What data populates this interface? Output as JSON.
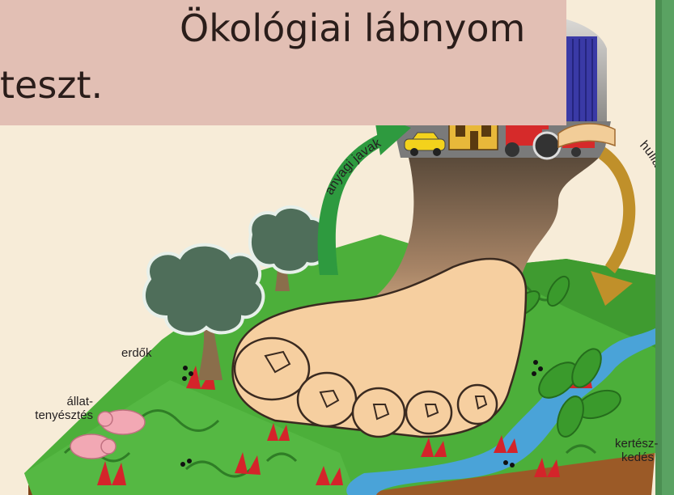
{
  "slide": {
    "title_line1": "Ökológiai lábnyom",
    "title_line2": "teszt."
  },
  "diagram": {
    "label_goods": "anyagi javak",
    "label_waste": "hulladék",
    "label_forests": "erdők",
    "label_livestock": "állat-\ntenyésztés",
    "label_gardening": "kertész-\nkedés"
  },
  "colors": {
    "title_box": "#e2bfb4",
    "sidebar": "#5aa262",
    "ground_green": "#4caf3a",
    "soil": "#a0602b",
    "foot": "#f6cfa0",
    "goods_arrow": "#2e9a3f",
    "waste_arrow": "#c0902a",
    "river": "#4aa3d8"
  }
}
